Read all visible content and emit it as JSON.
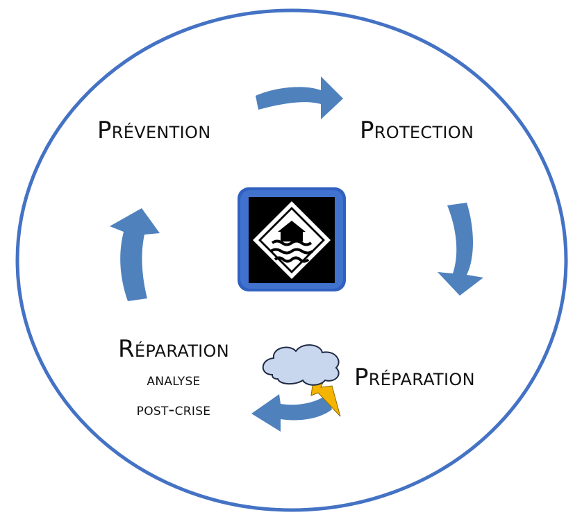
{
  "colors": {
    "circle": "#4472C4",
    "arrow": "#4F81BD",
    "center_icon_frame": "#3060C0",
    "cloud": "#C9D7EE",
    "lightning": "#F5B400"
  },
  "icons": {
    "center": "flood-house-icon",
    "weather": "storm-cloud-icon"
  },
  "stages": {
    "prevention": "Prévention",
    "protection": "Protection",
    "preparation": "Préparation",
    "reparation": "Réparation",
    "analyse": "analyse",
    "post_crise": "post-crise"
  }
}
